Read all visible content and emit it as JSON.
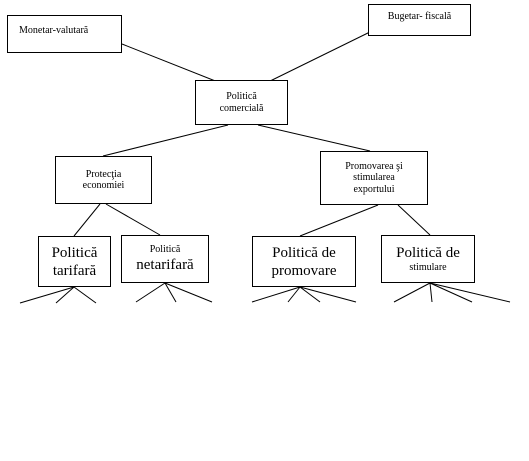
{
  "nodes": {
    "monetar": "Monetar-valutară",
    "bugetar": "Bugetar- fiscală",
    "comerciala": {
      "line1": "Politică",
      "line2": "comercială"
    },
    "protectia": {
      "line1": "Protecţia",
      "line2": "economiei"
    },
    "promovarea": {
      "line1": "Promovarea şi",
      "line2": "stimularea",
      "line3": "exportului"
    },
    "tarifara": {
      "line1": "Politică",
      "line2": "tarifară"
    },
    "netarifara": {
      "line1": "Politică",
      "line2": "netarifară"
    },
    "promovare": {
      "line1": "Politică de",
      "line2": "promovare"
    },
    "stimulare": {
      "line1": "Politică de",
      "line2": "stimulare"
    }
  },
  "colors": {
    "line": "#000000",
    "background": "#ffffff"
  }
}
